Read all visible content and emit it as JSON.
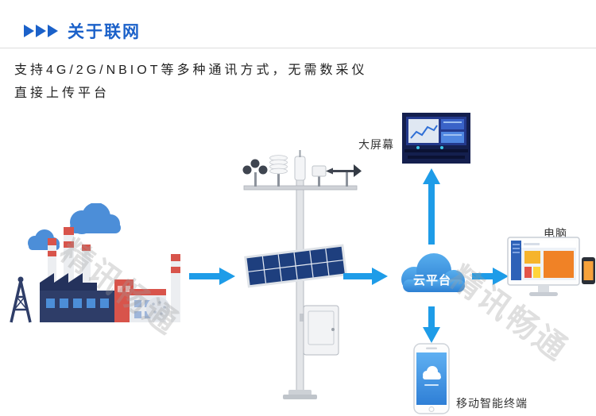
{
  "header": {
    "title": "关于联网"
  },
  "intro": {
    "line1": "支持4G/2G/NBIOT等多种通讯方式，无需数采仪",
    "line2": "直接上传平台"
  },
  "diagram": {
    "labels": {
      "big_screen": "大屏幕",
      "cloud": "云平台",
      "computer": "电脑",
      "mobile": "移动智能终端"
    },
    "colors": {
      "accent_blue": "#1b61c9",
      "arrow_blue": "#1e9ce8",
      "cloud_blue_top": "#58aeee",
      "cloud_blue_bottom": "#2c7fd2"
    }
  },
  "watermark": {
    "text": "精讯畅通"
  }
}
